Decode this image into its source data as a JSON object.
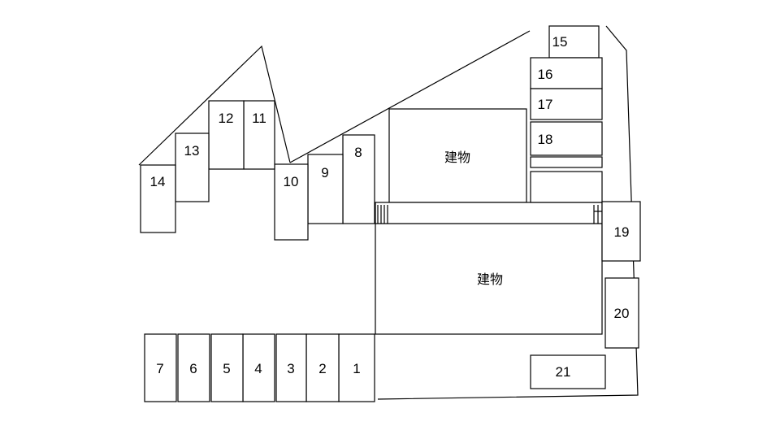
{
  "building_label": "建物",
  "lot_labels": {
    "s1": "1",
    "s2": "2",
    "s3": "3",
    "s4": "4",
    "s5": "5",
    "s6": "6",
    "s7": "7",
    "s8": "8",
    "s9": "9",
    "s10": "10",
    "s11": "11",
    "s12": "12",
    "s13": "13",
    "s14": "14",
    "s15": "15",
    "s16": "16",
    "s17": "17",
    "s18": "18",
    "s19": "19",
    "s20": "20",
    "s21": "21"
  },
  "colors": {
    "stroke": "#000000",
    "background": "#ffffff"
  }
}
